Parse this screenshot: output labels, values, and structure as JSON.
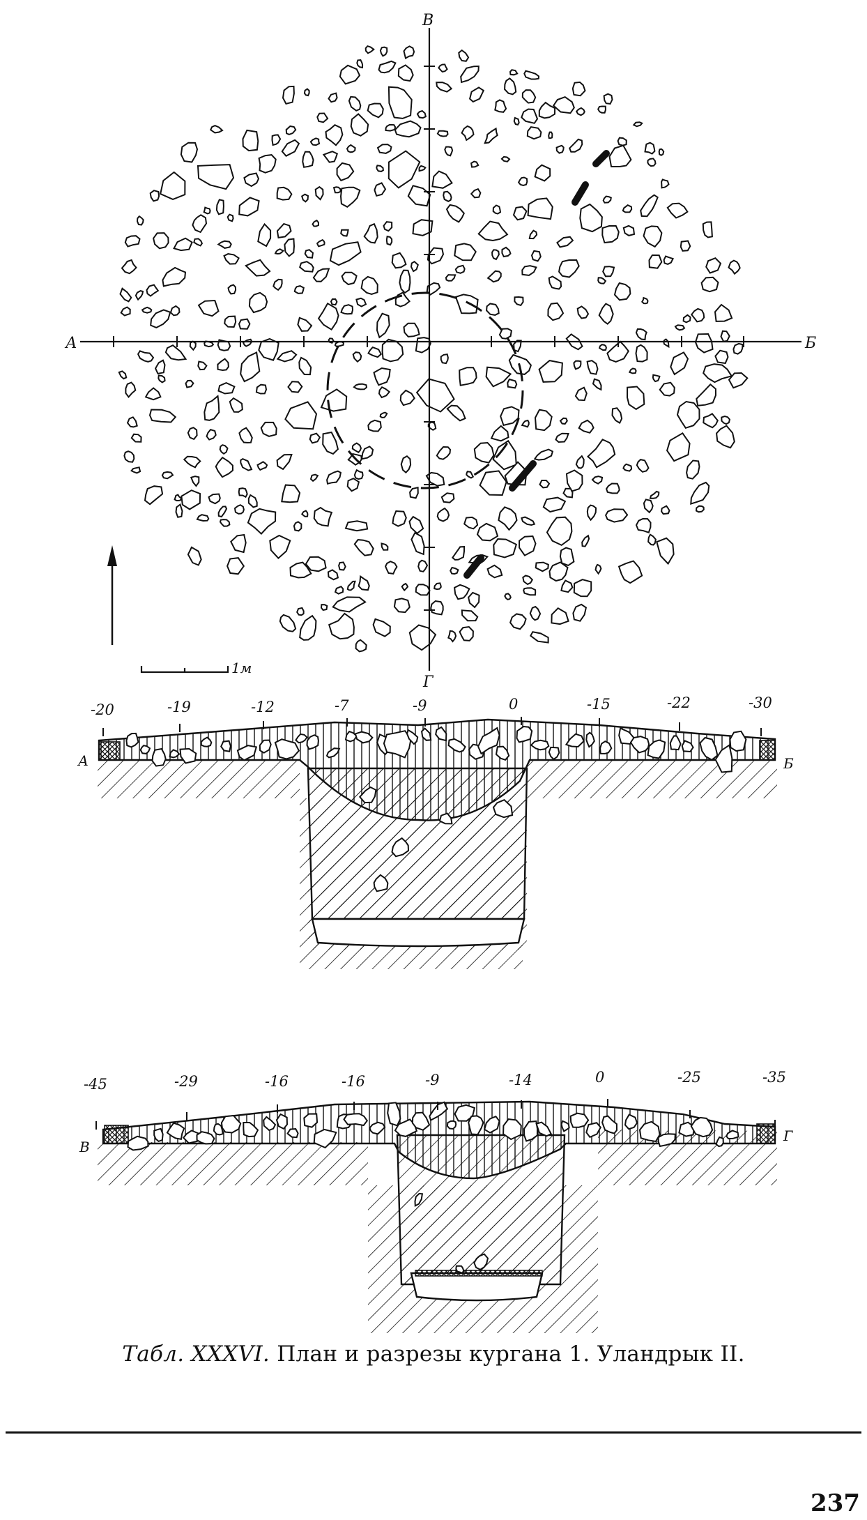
{
  "plan": {
    "axis_labels": {
      "north": "В",
      "south": "Г",
      "west": "А",
      "east": "Б"
    },
    "scale_label": "1м"
  },
  "section_ab": {
    "start_label": "А",
    "end_label": "Б",
    "depths": [
      "-20",
      "-19",
      "-12",
      "-7",
      "-9",
      "0",
      "-15",
      "-22",
      "-30"
    ]
  },
  "section_vg": {
    "start_label": "В",
    "end_label": "Г",
    "depths": [
      "-45",
      "-29",
      "-16",
      "-16",
      "-9",
      "-14",
      "0",
      "-25",
      "-35"
    ]
  },
  "caption": {
    "prefix": "Табл. XXXVI.",
    "text": "План и разрезы кургана 1. Уландрык II."
  },
  "page_number": "237"
}
